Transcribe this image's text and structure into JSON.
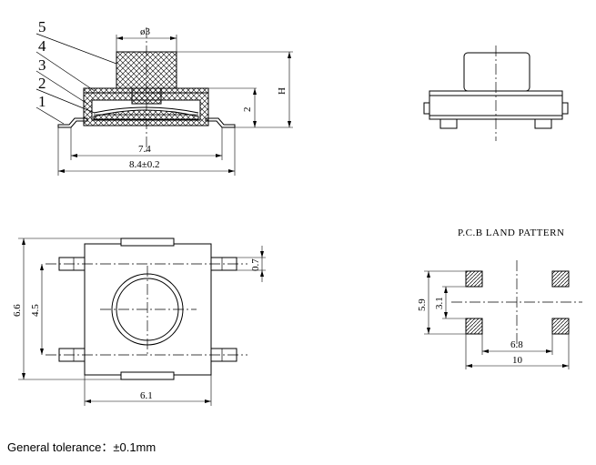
{
  "side_view": {
    "part_numbers": [
      "5",
      "4",
      "3",
      "2",
      "1"
    ],
    "dim_diameter": "ø3",
    "dim_height": "H",
    "dim_body_height": "2",
    "dim_body_width": "7.4",
    "dim_total_width": "8.4±0.2"
  },
  "top_view": {
    "dim_terminal": "0.7",
    "dim_total_height": "6.6",
    "dim_pin_pitch": "4.5",
    "dim_body_width": "6.1"
  },
  "land_pattern": {
    "title": "P.C.B LAND PATTERN",
    "dim_outer_height": "5.9",
    "dim_inner_height": "3.1",
    "dim_inner_width": "6.8",
    "dim_outer_width": "10"
  },
  "footer": {
    "tolerance": "General tolerance：±0.1mm"
  }
}
